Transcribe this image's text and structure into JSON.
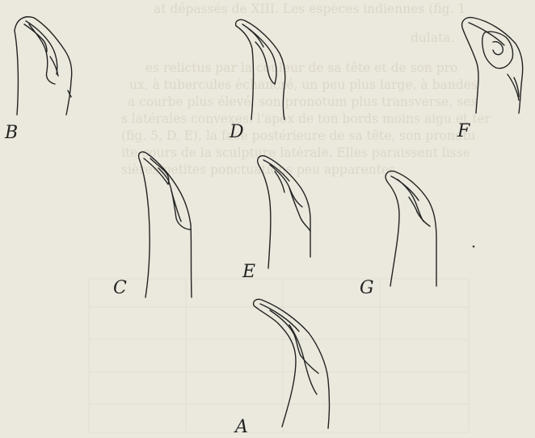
{
  "background_color": "#ebe8dd",
  "ink_color": "#222222",
  "bleed_through_color": "#dcd7c8",
  "bleed_through_lines": [
    "at dépassés de XIII. Les espèces indiennes (fig. 1",
    "dulata.",
    "es relictus par la couleur de sa tête et de son pro",
    "ux, à tubercules échancré, un peu plus large, à bandes",
    "a courbe plus élevé, son pronotum plus transverse, ses",
    "s latérales convexes. l'apex de ton bords moins aigu et ter",
    "(fig. 5, D, E), la face postérieure de sa tête, son pronotu",
    "ite-cours de la sculpture latérale. Elles paraissent lisse",
    "sières petites ponctuations peu apparentes."
  ],
  "figures": [
    {
      "id": "B",
      "label": "B"
    },
    {
      "id": "D",
      "label": "D"
    },
    {
      "id": "F",
      "label": "F"
    },
    {
      "id": "C",
      "label": "C"
    },
    {
      "id": "E",
      "label": "E"
    },
    {
      "id": "G",
      "label": "G"
    },
    {
      "id": "A",
      "label": "A"
    }
  ]
}
